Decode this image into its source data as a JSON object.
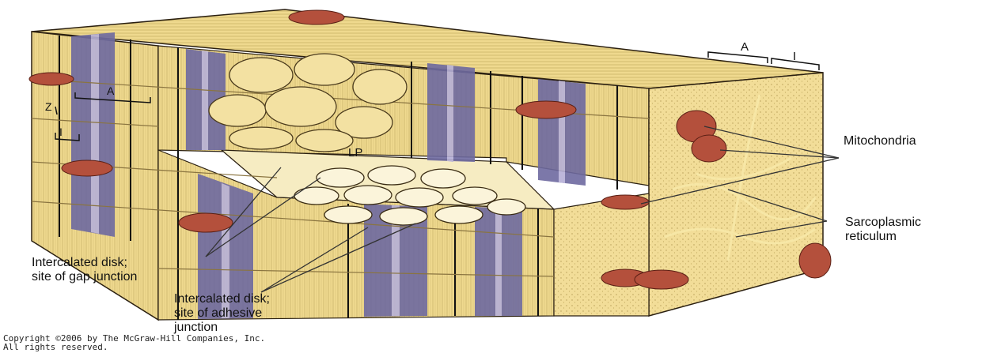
{
  "figure": {
    "labels": {
      "band_A_top": "A",
      "band_I_top": "I",
      "band_A_left": "A",
      "band_Z_left": "Z",
      "band_I_left": "I",
      "lumen": "LP",
      "mitochondria": "Mitochondria",
      "sr_line1": "Sarcoplasmic",
      "sr_line2": "reticulum",
      "gap_line1": "Intercalated disk;",
      "gap_line2": "site of gap junction",
      "adh_line1": "Intercalated disk;",
      "adh_line2": "site of adhesive",
      "adh_line3": "junction"
    },
    "copyright_line1": "Copyright ©2006 by The McGraw-Hill Companies, Inc.",
    "copyright_line2": "All rights reserved.",
    "colors": {
      "fiber": "#f0dc96",
      "fiber_light": "#f7ebb8",
      "band_dark": "#6e6aa0",
      "band_light": "#b6b0d8",
      "mitochondria": "#b4503c",
      "outline": "#2a1f10"
    }
  }
}
